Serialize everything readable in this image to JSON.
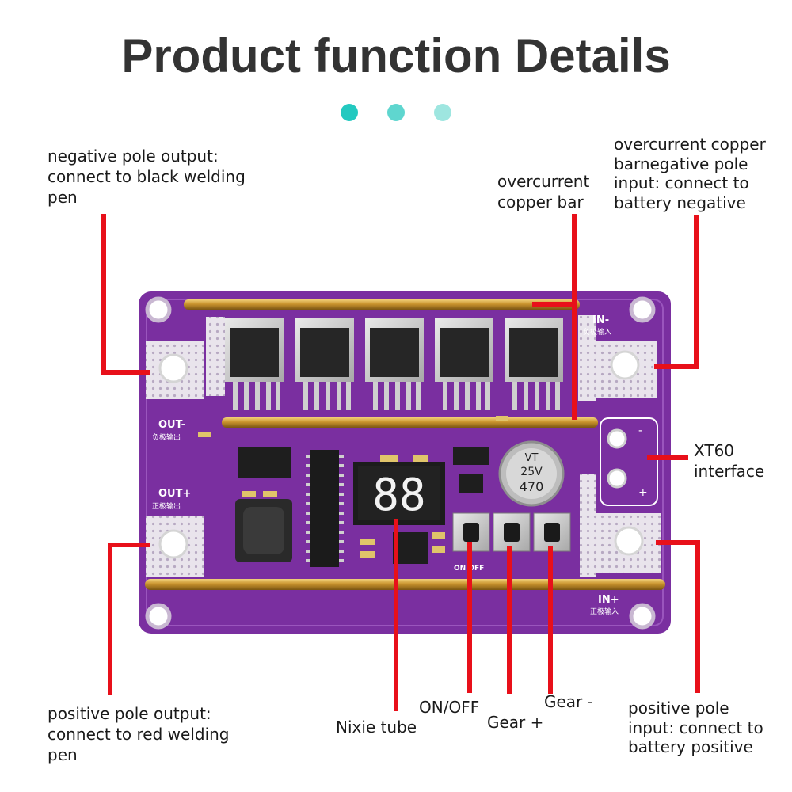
{
  "page_title": "Product function Details",
  "colors": {
    "dot_1": "#23c9c0",
    "dot_2": "#5fd6cf",
    "dot_3": "#9ee6e0",
    "callout_line": "#e8101a",
    "board": "#7a2fa0"
  },
  "labels": {
    "negative_output": "negative pole output: connect to black welding pen",
    "overcurrent_bar": "overcurrent copper bar",
    "negative_input": "overcurrent copper barnegative pole input: connect to battery negative",
    "xt60": "XT60 interface",
    "positive_output": "positive pole output: connect to red welding pen",
    "nixie_tube": "Nixie tube",
    "on_off": "ON/OFF",
    "gear_plus": "Gear +",
    "gear_minus": "Gear -",
    "positive_input": "positive pole input: connect to battery positive"
  },
  "board": {
    "out_minus": "OUT-",
    "out_minus_cn": "负极输出",
    "out_plus": "OUT+",
    "out_plus_cn": "正极输出",
    "in_minus": "IN-",
    "in_minus_cn": "负极输入",
    "in_plus": "IN+",
    "in_plus_cn": "正极输入",
    "display": "88",
    "capacitor_value": "470",
    "capacitor_voltage": "25V",
    "capacitor_mark": "VT",
    "xt60_minus": "-",
    "xt60_plus": "+",
    "button_text": "ON OFF"
  }
}
